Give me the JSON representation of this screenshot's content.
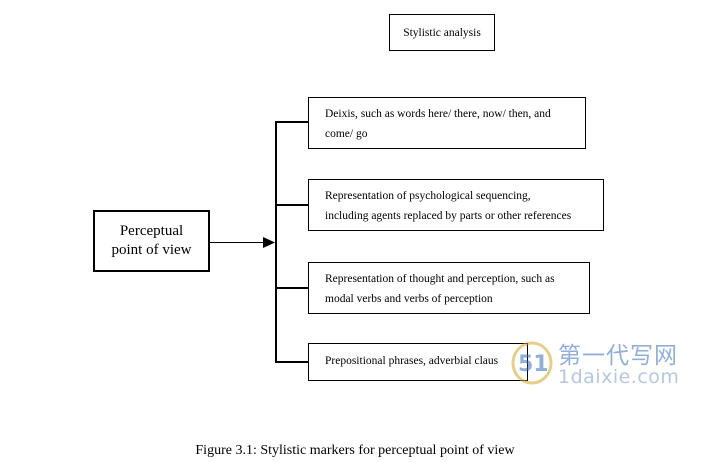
{
  "title_box": "Stylistic analysis",
  "main_box": {
    "line1": "Perceptual",
    "line2": "point of view"
  },
  "markers": [
    {
      "line1": "Deixis, such as words here/ there, now/ then, and",
      "line2": "come/ go"
    },
    {
      "line1": "Representation of psychological sequencing,",
      "line2": "including agents replaced by parts or other references"
    },
    {
      "line1": "Representation of thought and perception, such as",
      "line2": "modal verbs and verbs of perception"
    },
    {
      "line1": "Prepositional phrases, adverbial claus"
    }
  ],
  "caption": "Figure 3.1: Stylistic markers for perceptual point of view",
  "watermark": {
    "cn": "第一代写网",
    "en": "1daixie.com",
    "mark_text": "51"
  }
}
